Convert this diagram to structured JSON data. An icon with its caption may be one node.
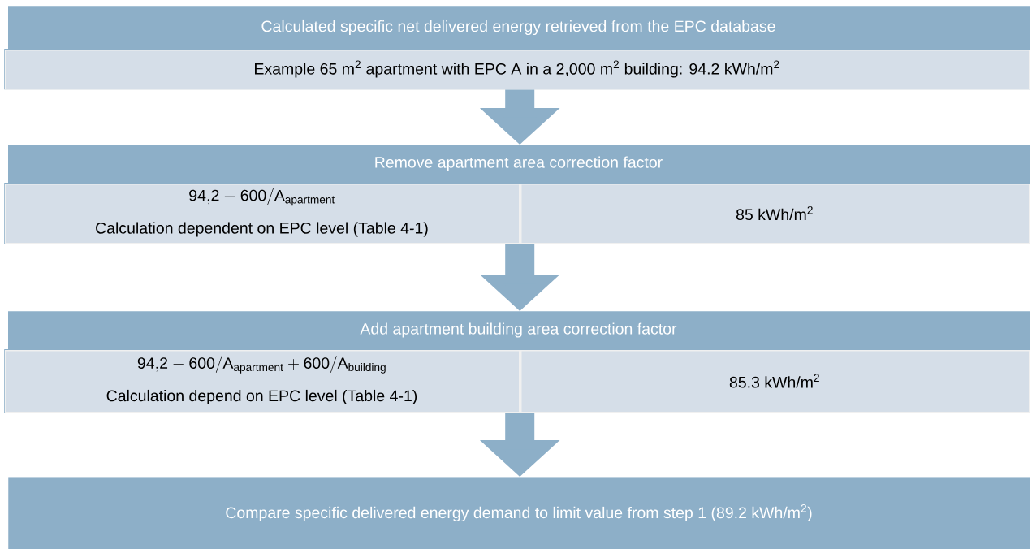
{
  "diagram": {
    "nodes": [
      {
        "text": [
          "Calculated specific net delivered energy retrieved from the EPC database"
        ]
      },
      {
        "text": [
          "Example 65 m$^{2}$ apartment with EPC A in a 2,000 m$^{2}$ building: 94.2 kWh/m$^{2}$"
        ],
        "in": 0
      },
      {
        "text": [
          "Remove apartment area correction factor"
        ]
      },
      {
        "text": [
          "\\mathrm{94{,}2 - 600/A_{apartment}}",
          "Calculation dependent on EPC level (Table 4-1)"
        ],
        "in": 2
      },
      {
        "text": [
          "85 kWh/m$^{2}$"
        ],
        "in": 2
      },
      {
        "text": [
          "Add apartment building area correction factor"
        ]
      },
      {
        "text": [
          "\\mathrm{94{,}2 - 600/A_{apartment} + 600/A_{building}}",
          "Calculation depend on EPC level (Table 4-1)"
        ],
        "in": 5
      },
      {
        "text": [
          "85.3 kWh/m$^{2}$"
        ],
        "in": 5
      },
      {
        "text": [
          "Compare specific delivered energy demand to limit value from step 1 (89.2 kWh/m$^{2}$)"
        ]
      }
    ],
    "edges": [
      {
        "from": 0,
        "to": 2,
        "arrow": "to"
      },
      {
        "from": 2,
        "to": 5,
        "arrow": "to"
      },
      {
        "from": 5,
        "to": 8,
        "arrow": "to"
      }
    ]
  }
}
